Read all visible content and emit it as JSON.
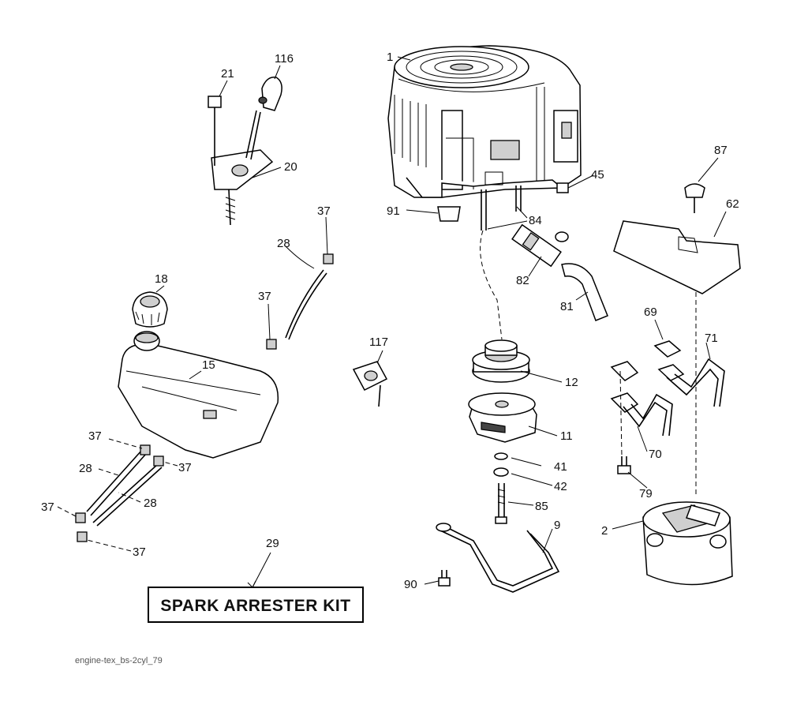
{
  "diagram": {
    "footer_code": "engine-tex_bs-2cyl_79",
    "kit_label": "SPARK ARRESTER KIT",
    "callouts": {
      "c1": "1",
      "c2": "2",
      "c9": "9",
      "c11": "11",
      "c12": "12",
      "c15": "15",
      "c18": "18",
      "c20": "20",
      "c21": "21",
      "c28a": "28",
      "c28b": "28",
      "c28c": "28",
      "c29": "29",
      "c37a": "37",
      "c37b": "37",
      "c37c": "37",
      "c37d": "37",
      "c37e": "37",
      "c37f": "37",
      "c41": "41",
      "c42": "42",
      "c45": "45",
      "c62": "62",
      "c69": "69",
      "c70": "70",
      "c71": "71",
      "c79": "79",
      "c81": "81",
      "c82": "82",
      "c84": "84",
      "c85": "85",
      "c87": "87",
      "c90": "90",
      "c91": "91",
      "c116": "116",
      "c117": "117"
    }
  }
}
